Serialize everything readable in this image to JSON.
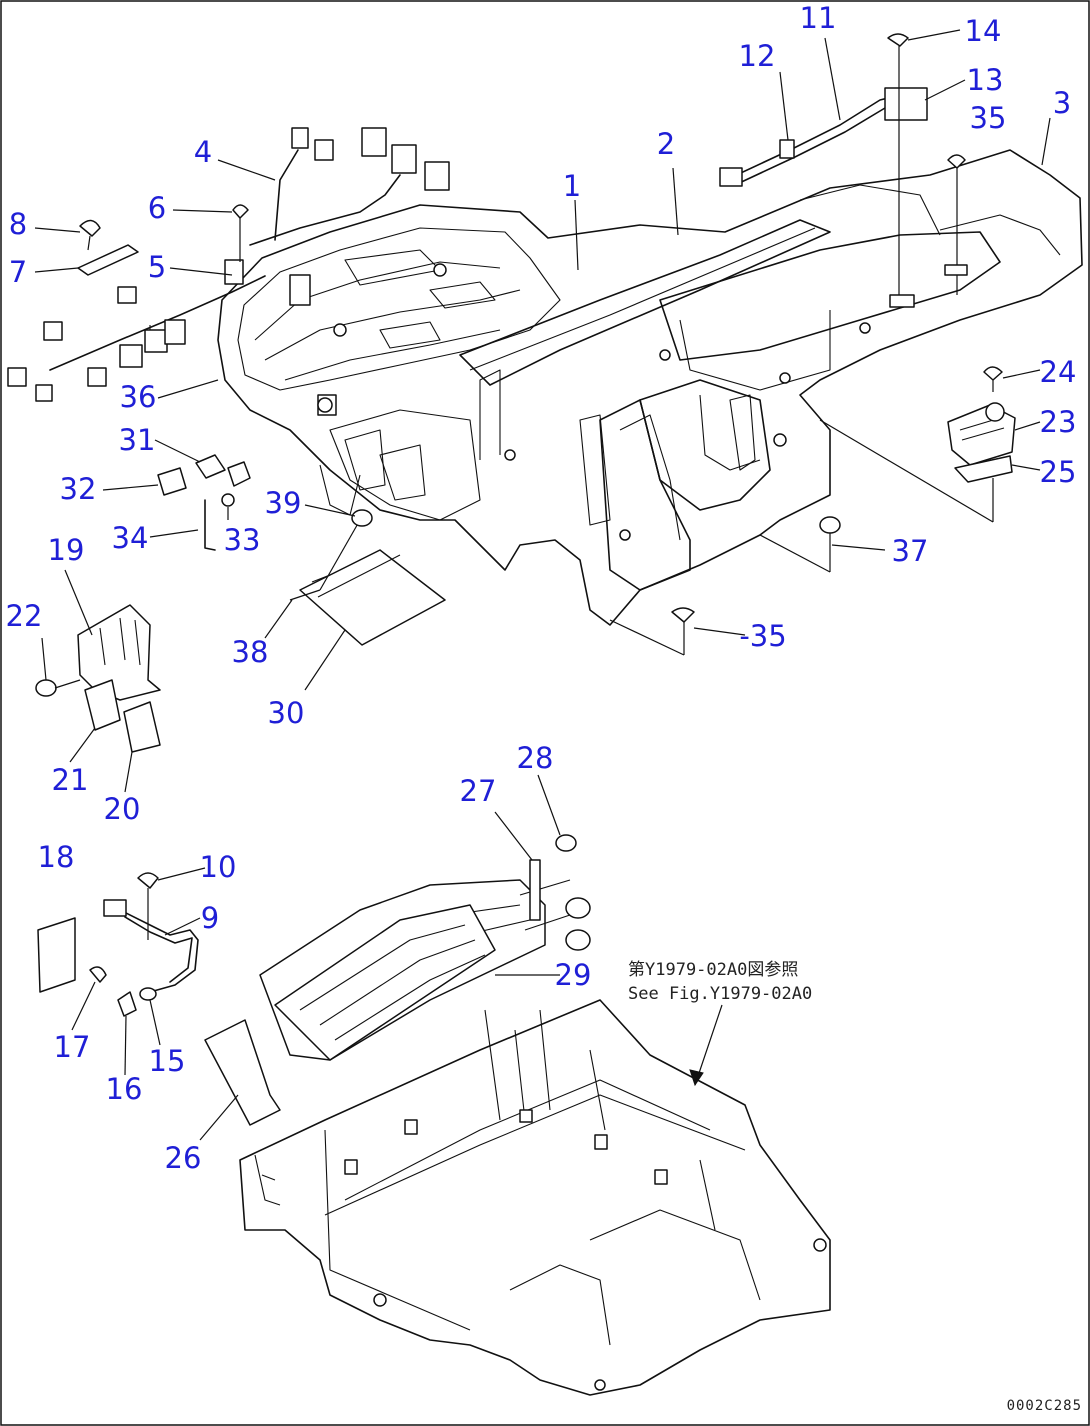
{
  "callouts": [
    {
      "id": "1",
      "label": "1"
    },
    {
      "id": "2",
      "label": "2"
    },
    {
      "id": "3",
      "label": "3"
    },
    {
      "id": "4",
      "label": "4"
    },
    {
      "id": "5",
      "label": "5"
    },
    {
      "id": "6",
      "label": "6"
    },
    {
      "id": "7",
      "label": "7"
    },
    {
      "id": "8",
      "label": "8"
    },
    {
      "id": "9",
      "label": "9"
    },
    {
      "id": "10",
      "label": "10"
    },
    {
      "id": "11",
      "label": "11"
    },
    {
      "id": "12",
      "label": "12"
    },
    {
      "id": "13",
      "label": "13"
    },
    {
      "id": "14",
      "label": "14"
    },
    {
      "id": "15",
      "label": "15"
    },
    {
      "id": "16",
      "label": "16"
    },
    {
      "id": "17",
      "label": "17"
    },
    {
      "id": "18",
      "label": "18"
    },
    {
      "id": "19",
      "label": "19"
    },
    {
      "id": "20",
      "label": "20"
    },
    {
      "id": "21",
      "label": "21"
    },
    {
      "id": "22",
      "label": "22"
    },
    {
      "id": "23",
      "label": "23"
    },
    {
      "id": "24",
      "label": "24"
    },
    {
      "id": "25",
      "label": "25"
    },
    {
      "id": "26",
      "label": "26"
    },
    {
      "id": "27",
      "label": "27"
    },
    {
      "id": "28",
      "label": "28"
    },
    {
      "id": "29",
      "label": "29"
    },
    {
      "id": "30",
      "label": "30"
    },
    {
      "id": "31",
      "label": "31"
    },
    {
      "id": "32",
      "label": "32"
    },
    {
      "id": "33",
      "label": "33"
    },
    {
      "id": "34",
      "label": "34"
    },
    {
      "id": "35a",
      "label": "35"
    },
    {
      "id": "35b",
      "label": "-35"
    },
    {
      "id": "36",
      "label": "36"
    },
    {
      "id": "37",
      "label": "37"
    },
    {
      "id": "38",
      "label": "38"
    },
    {
      "id": "39",
      "label": "39"
    }
  ],
  "reference_note": {
    "line1": "第Y1979-02A0図参照",
    "line2": "See Fig.Y1979-02A0"
  },
  "drawing_code": "0002C285"
}
